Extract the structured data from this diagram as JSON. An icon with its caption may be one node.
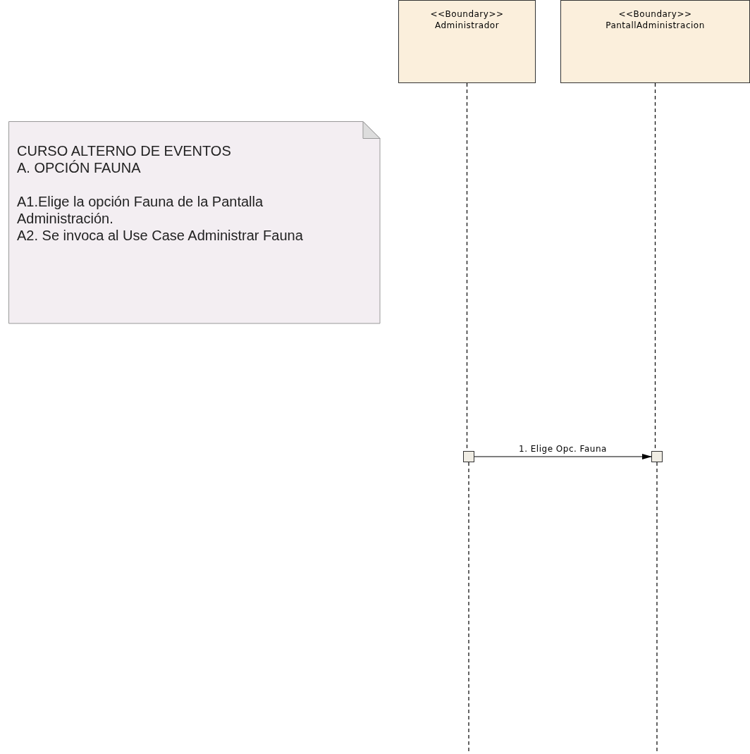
{
  "diagram": {
    "nodes": [
      {
        "text": [
          "<<Boundary>>",
          "Administrador"
        ]
      },
      {
        "text": [
          "<<Boundary>>",
          "PantallAdministracion"
        ]
      },
      {
        "text": [
          "CURSO ALTERNO DE EVENTOS",
          "A. OPCIÓN FAUNA",
          "A1.Elige la opción Fauna de la Pantalla Administración.",
          "A2. Se invoca al Use Case Administrar Fauna"
        ]
      },
      {
        "text": [],
        "shape": "box"
      },
      {
        "text": [],
        "shape": "box"
      }
    ],
    "edges": [
      {
        "from": 0,
        "to": 3,
        "arrow": "none",
        "style": "dashed"
      },
      {
        "from": 1,
        "to": 4,
        "arrow": "none",
        "style": "dashed"
      },
      {
        "from": 3,
        "to": 4,
        "arrow": "to",
        "label": "1. Elige Opc. Fauna"
      },
      {
        "from": 3,
        "to": null,
        "arrow": "none",
        "style": "dashed"
      },
      {
        "from": 4,
        "to": null,
        "arrow": "none",
        "style": "dashed"
      }
    ]
  }
}
